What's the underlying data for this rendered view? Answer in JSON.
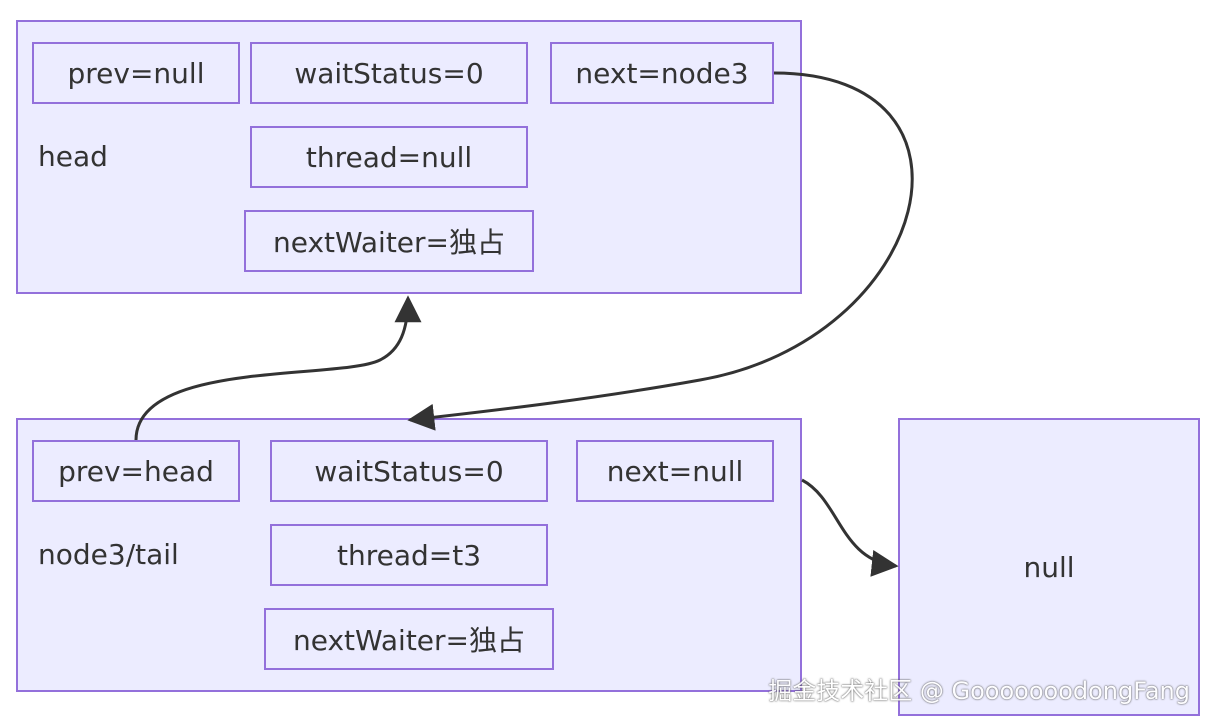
{
  "diagram": {
    "head": {
      "label": "head",
      "prev": "prev=null",
      "wait_status": "waitStatus=0",
      "next": "next=node3",
      "thread": "thread=null",
      "next_waiter": "nextWaiter=独占"
    },
    "node3": {
      "label": "node3/tail",
      "prev": "prev=head",
      "wait_status": "waitStatus=0",
      "next": "next=null",
      "thread": "thread=t3",
      "next_waiter": "nextWaiter=独占"
    },
    "null_node": {
      "label": "null"
    },
    "colors": {
      "fill": "#ececff",
      "stroke": "#9370db",
      "edge": "#333333",
      "text": "#333333"
    }
  },
  "watermark": "掘金技术社区 @ GooooooodongFang"
}
